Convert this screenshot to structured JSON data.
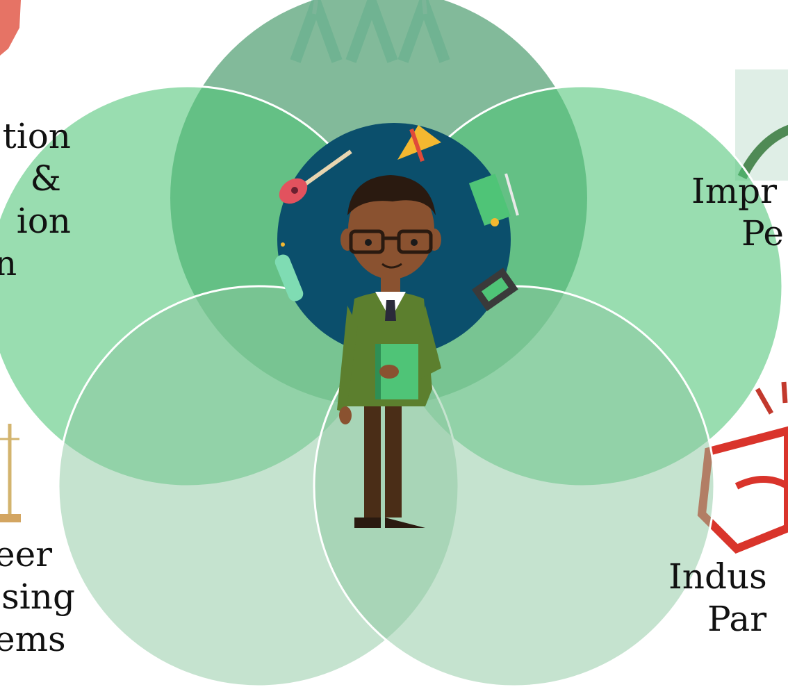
{
  "diagram": {
    "center_icon": "student-teacher-figure",
    "background_icons": [
      "people-figures-icon",
      "growth-arrow-icon",
      "handshake-icon",
      "scale-balance-icon",
      "lightbulb-icon"
    ],
    "circle_colors": {
      "top": "#5fa67e",
      "left": "#7dd69c",
      "right": "#7dd69c",
      "bottom_left": "#a9d6b8",
      "bottom_right": "#a9d6b8",
      "inner": "#0b4f6c"
    },
    "labels": {
      "top_left": [
        "tion",
        "&",
        "ion",
        "n"
      ],
      "bottom_left": [
        "eer",
        "sing",
        "ems"
      ],
      "top_right": [
        "Impr",
        "Pe"
      ],
      "bottom_right": [
        "Indus",
        "Par"
      ]
    }
  }
}
